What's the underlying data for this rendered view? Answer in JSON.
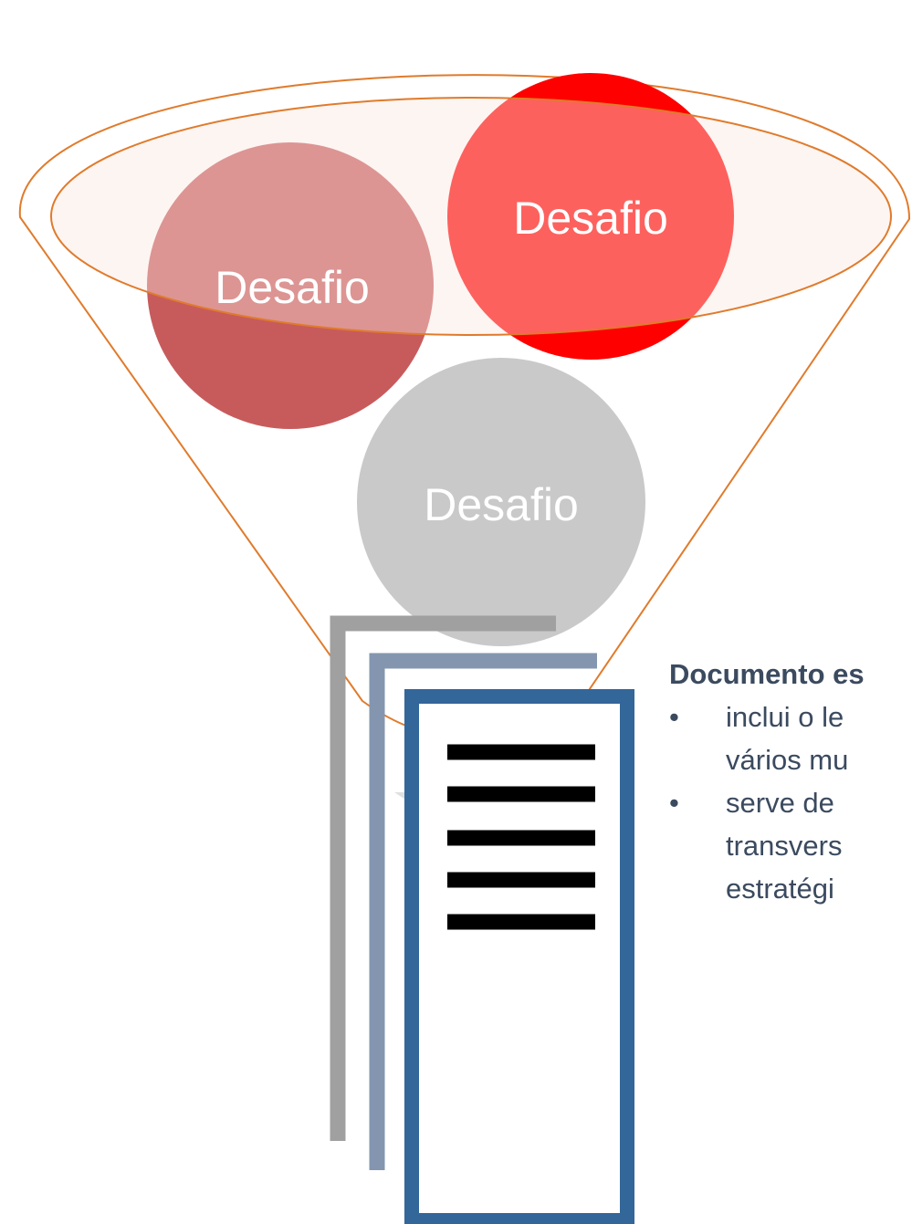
{
  "funnel": {
    "circles": [
      {
        "label": "Desafio",
        "color": "#c75b5c"
      },
      {
        "label": "Desafio",
        "color": "#ff0000"
      },
      {
        "label": "Desafio",
        "color": "#c9c9c9"
      }
    ],
    "outline_color": "#e07b2c",
    "fill_color": "#fbe6e0"
  },
  "arrow": {
    "color": "#e0e0e0"
  },
  "documents": {
    "colors": [
      "#a0a0a0",
      "#8496af",
      "#336699"
    ],
    "line_color": "#000000"
  },
  "doc_text": {
    "title": "Documento es",
    "bullet_symbol": "•",
    "bullets": [
      [
        "inclui o le",
        "vários mu"
      ],
      [
        "serve de",
        "transvers",
        "estratégi"
      ]
    ]
  }
}
